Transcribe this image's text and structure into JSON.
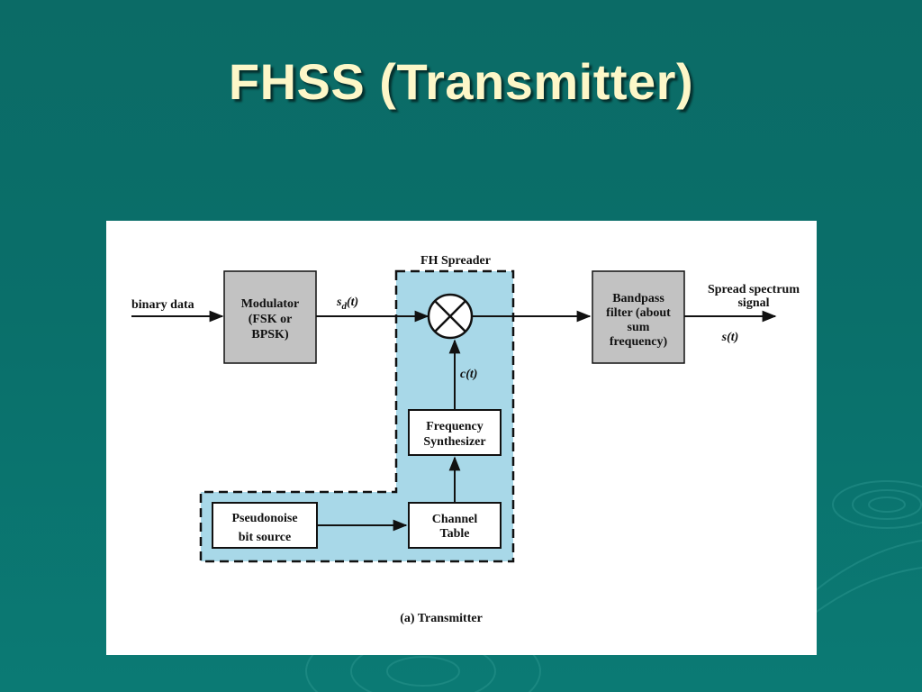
{
  "slide": {
    "title": "FHSS (Transmitter)"
  },
  "diagram": {
    "spreader_label": "FH Spreader",
    "input_label": "binary data",
    "modulator": [
      "Modulator",
      "(FSK or",
      "BPSK)"
    ],
    "sd_label": "s",
    "sd_sub": "d",
    "sd_arg": "(t)",
    "ct_label": "c(t)",
    "freq_synth": [
      "Frequency",
      "Synthesizer"
    ],
    "channel_table": [
      "Channel",
      "Table"
    ],
    "pn_source": [
      "Pseudonoise",
      "bit source"
    ],
    "bandpass": [
      "Bandpass",
      "filter (about",
      "sum",
      "frequency)"
    ],
    "output_label": [
      "Spread spectrum",
      "signal"
    ],
    "st_label": "s(t)",
    "caption": "(a) Transmitter"
  },
  "colors": {
    "background": "#0b6b66",
    "title": "#fdf7c8",
    "spreader_fill": "#a8d8e8",
    "block_gray": "#c2c2c2"
  }
}
